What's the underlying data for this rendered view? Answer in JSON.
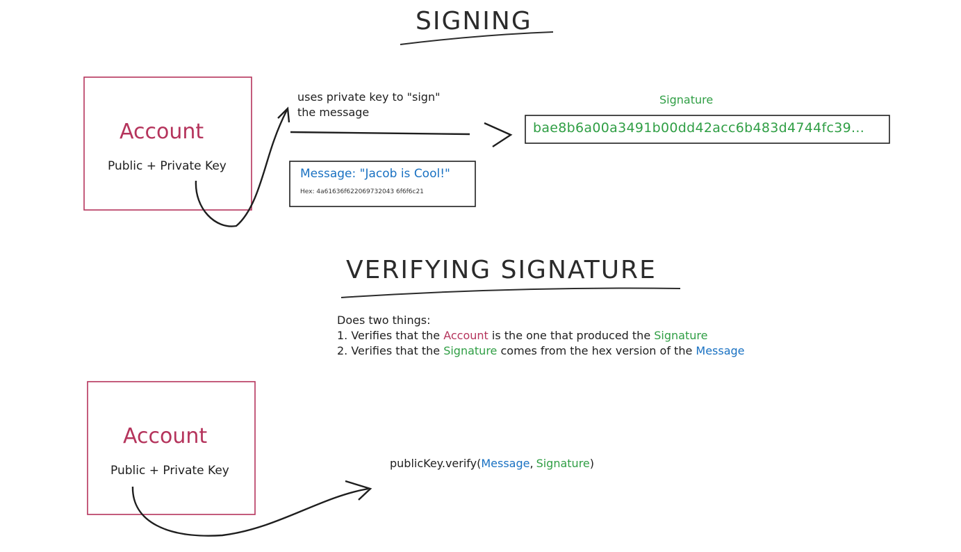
{
  "colors": {
    "account": "#b5345c",
    "signature": "#2f9e44",
    "message": "#1971c2",
    "ink": "#1e1e1e"
  },
  "signing": {
    "title": "SIGNING",
    "account_title": "Account",
    "account_sub": "Public + Private Key",
    "note_line1": "uses private key to \"sign\"",
    "note_line2": "the message",
    "message_label": "Message: \"Jacob is Cool!\"",
    "hex_label": "Hex: 4a61636f622069732043 6f6f6c21",
    "signature_label": "Signature",
    "signature_value": "bae8b6a00a3491b00dd42acc6b483d4744fc39..."
  },
  "verifying": {
    "title": "VERIFYING SIGNATURE",
    "intro": "Does two things:",
    "item1_prefix": "1. Verifies that the",
    "item1_account": "Account",
    "item1_middle": "is the one that produced the",
    "item1_signature": "Signature",
    "item2_prefix": "2. Verifies that the",
    "item2_signature": "Signature",
    "item2_middle": "comes from the hex version of the",
    "item2_message": "Message",
    "account_title": "Account",
    "account_sub": "Public + Private Key",
    "code_prefix": "publicKey.verify(",
    "code_message": "Message",
    "code_comma": ",",
    "code_signature": "Signature",
    "code_suffix": ")"
  }
}
